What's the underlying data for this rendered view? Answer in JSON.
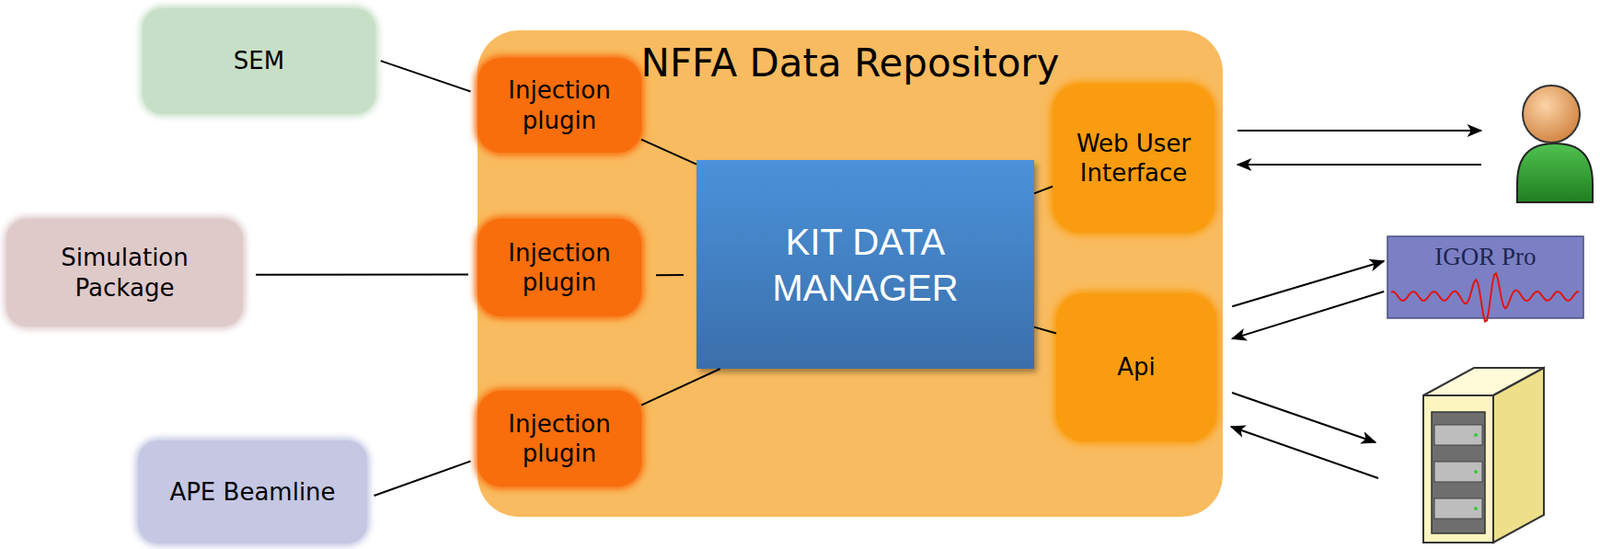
{
  "diagram": {
    "nodes": [
      {
        "text": [
          "SEM"
        ]
      },
      {
        "text": [
          "Simulation Package"
        ]
      },
      {
        "text": [
          "APE Beamline"
        ]
      },
      {
        "text": [
          "NFFA Data Repository"
        ]
      },
      {
        "text": [
          "Injection plugin"
        ],
        "in": 3
      },
      {
        "text": [
          "Injection plugin"
        ],
        "in": 3
      },
      {
        "text": [
          "Injection plugin"
        ],
        "in": 3
      },
      {
        "text": [
          "KIT DATA MANAGER"
        ],
        "in": 3
      },
      {
        "text": [
          "Web User Interface"
        ],
        "in": 3
      },
      {
        "text": [
          "Api"
        ],
        "in": 3
      },
      {
        "text": [
          "IGOR Pro"
        ]
      }
    ],
    "edges": [
      {
        "from": 0,
        "to": 4,
        "arrow": "none"
      },
      {
        "from": 1,
        "to": 5,
        "arrow": "none"
      },
      {
        "from": 2,
        "to": 6,
        "arrow": "none"
      },
      {
        "from": 4,
        "to": 7,
        "arrow": "none"
      },
      {
        "from": 5,
        "to": 7,
        "arrow": "none"
      },
      {
        "from": 6,
        "to": 7,
        "arrow": "none"
      },
      {
        "from": 7,
        "to": 8,
        "arrow": "none"
      },
      {
        "from": 7,
        "to": 9,
        "arrow": "none"
      },
      {
        "from": 9,
        "to": 10,
        "arrow": "to"
      },
      {
        "from": 10,
        "to": 9,
        "arrow": "to"
      }
    ]
  }
}
